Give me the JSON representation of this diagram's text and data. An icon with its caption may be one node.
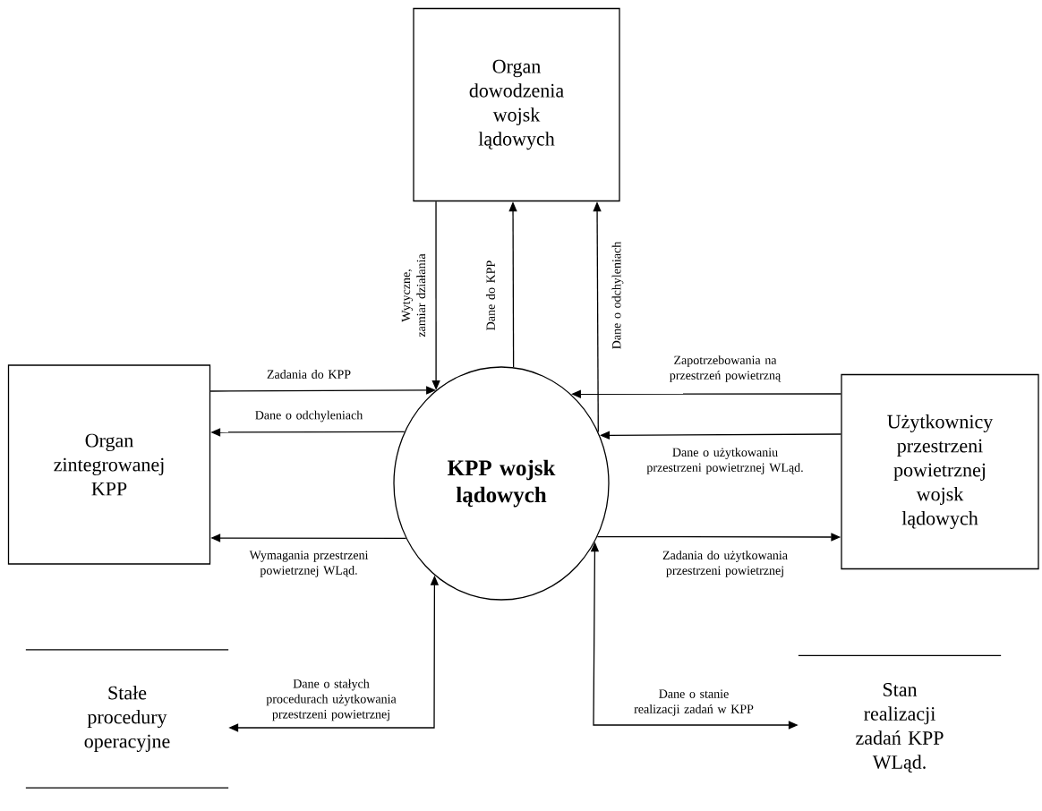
{
  "diagram": {
    "nodes": [
      {
        "text": [
          "Organ dowodzenia wojsk lądowych"
        ]
      },
      {
        "text": [
          "Organ zintegrowanej KPP"
        ]
      },
      {
        "text": [
          "KPP wojsk lądowych"
        ]
      },
      {
        "text": [
          "Użytkownicy przestrzeni powietrznej wojsk lądowych"
        ]
      },
      {
        "text": [
          "Stałe procedury operacyjne"
        ]
      },
      {
        "text": [
          "Stan realizacji zadań KPP WLąd."
        ]
      }
    ],
    "edges": [
      {
        "from": 0,
        "to": 2,
        "arrow": "to",
        "label": "Wytyczne, zamiar działania"
      },
      {
        "from": 2,
        "to": 0,
        "arrow": "to",
        "label": "Dane do KPP"
      },
      {
        "from": 2,
        "to": 0,
        "arrow": "to",
        "label": "Dane o odchyleniach"
      },
      {
        "from": 1,
        "to": 2,
        "arrow": "to",
        "label": "Zadania do KPP"
      },
      {
        "from": 2,
        "to": 1,
        "arrow": "to",
        "label": "Dane o odchyleniach"
      },
      {
        "from": 2,
        "to": 1,
        "arrow": "to",
        "label": "Wymagania przestrzeni powietrznej WLąd."
      },
      {
        "from": 3,
        "to": 2,
        "arrow": "to",
        "label": "Zapotrzebowania na przestrzeń powietrzną"
      },
      {
        "from": 3,
        "to": 2,
        "arrow": "to",
        "label": "Dane o użytkowaniu przestrzeni powietrznej WLąd."
      },
      {
        "from": 2,
        "to": 3,
        "arrow": "to",
        "label": "Zadania do użytkowania przestrzeni powietrznej"
      },
      {
        "from": 2,
        "to": 4,
        "arrow": "both",
        "label": "Dane o stałych procedurach użytkowania przestrzeni powietrznej"
      },
      {
        "from": 2,
        "to": 5,
        "arrow": "both",
        "label": "Dane o stanie realizacji zadań w KPP"
      }
    ]
  }
}
